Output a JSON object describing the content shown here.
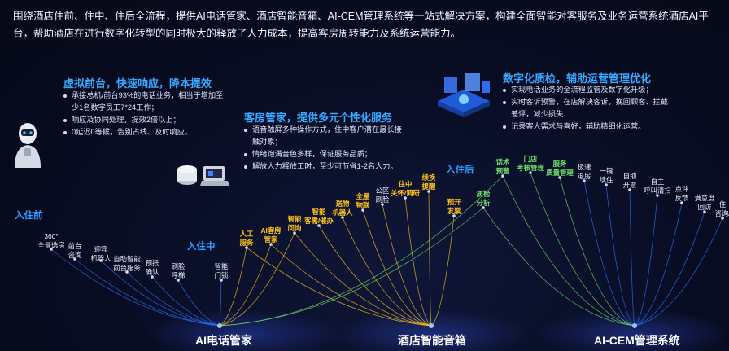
{
  "intro": "围绕酒店住前、住中、住后全流程，提供AI电话管家、酒店智能音箱、AI-CEM管理系统等一站式解决方案，构建全面智能对客服务及业务运营系统酒店AI平台，帮助酒店在进行数字化转型的同时极大的释放了人力成本，提高客房周转能力及系统运营能力。",
  "sections": [
    {
      "title": "虚拟前台，快速响应，降本提效",
      "bullets": [
        "承接总机/前台93%的电话业务，相当于增加至少1名数字员工7*24工作；",
        "响应及协同处理，提效2倍以上；",
        "0延迟0等候，告别占线、及时响应。"
      ]
    },
    {
      "title": "客房管家，提供多元个性化服务",
      "bullets": [
        "语音触屏多种操作方式，住中客户潜在最长接触对象；",
        "情绪饱满音色多样，保证服务品质；",
        "解放人力释放工时，至少可节省1-2名人力。"
      ]
    },
    {
      "title": "数字化质检，辅助运营管理优化",
      "bullets": [
        "实现电话业务的全流程监管及数字化升级；",
        "实时客诉预警，在店解决客诉，挽回顾客、拦截差评，减少损失",
        "记录客人需求与喜好，辅助精细化运营。"
      ]
    }
  ],
  "stages": {
    "before": "入住前",
    "during": "入住中",
    "after": "入住后"
  },
  "hubs": [
    "AI电话管家",
    "酒店智能音箱",
    "AI-CEM管理系统"
  ],
  "nodes": {
    "before": [
      "360°\n全景选房",
      "前台\n咨询",
      "迎宾\n机器人",
      "自助智能\n前台服务",
      "预抵\n确认"
    ],
    "during_white": [
      "刷脸\n呼梯",
      "智能\n门锁"
    ],
    "during_yellow": [
      "人工\n服务",
      "AI客房\n管家",
      "智能\n问询",
      "智能\n客需/催办",
      "送物\n机器人",
      "全屋\n物联",
      "公区\n刷脸",
      "住中\n关怀/调研",
      "续换\n提醒",
      "预开\n发票"
    ],
    "after_green": [
      "质检\n分析",
      "话术\n预警",
      "门店\n考核管理",
      "服务\n质量管理"
    ],
    "after_white": [
      "极速\n退房",
      "一键\n续住",
      "自助\n开票",
      "自主\n呼叫清扫",
      "点评\n反馈",
      "满意度\n回访",
      "住\n咨询/"
    ]
  },
  "colors": {
    "accent_blue": "#2e9bff",
    "yellow": "#ffc61a",
    "green": "#6fe06a"
  }
}
